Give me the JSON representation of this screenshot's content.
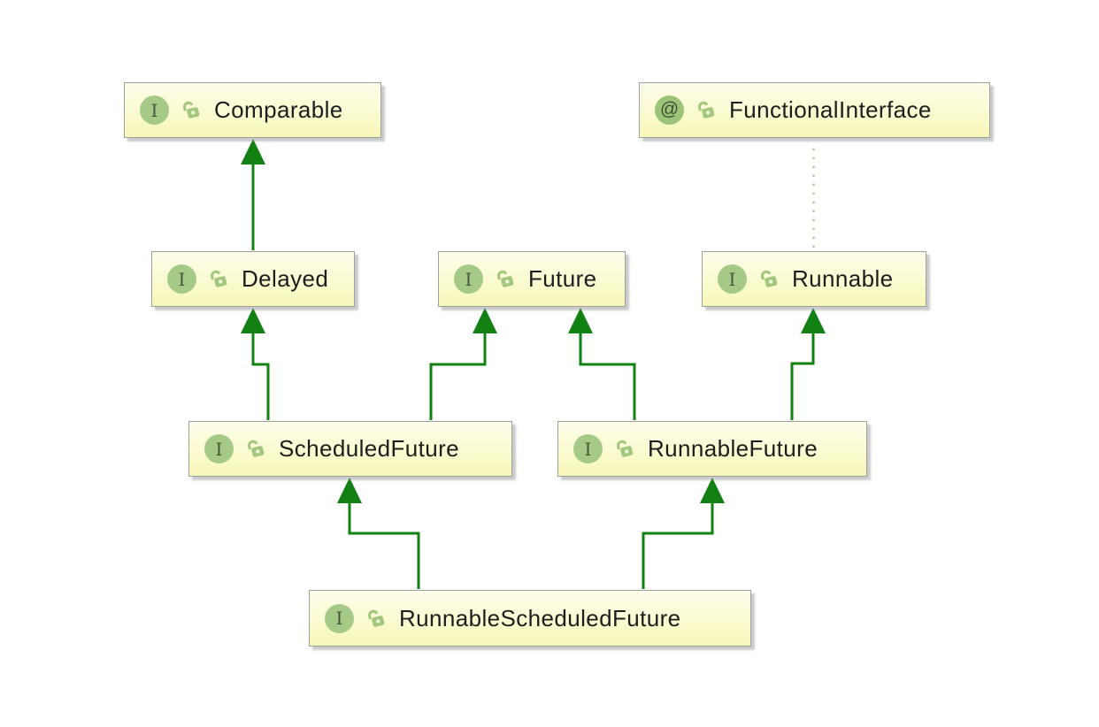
{
  "diagram": {
    "kind": "uml-interface-hierarchy",
    "glyphs": {
      "interface": "I",
      "annotation": "@"
    },
    "nodes": {
      "comparable": {
        "label": "Comparable",
        "kind": "interface"
      },
      "functional_interface": {
        "label": "FunctionalInterface",
        "kind": "annotation"
      },
      "delayed": {
        "label": "Delayed",
        "kind": "interface"
      },
      "future": {
        "label": "Future",
        "kind": "interface"
      },
      "runnable": {
        "label": "Runnable",
        "kind": "interface"
      },
      "scheduled_future": {
        "label": "ScheduledFuture",
        "kind": "interface"
      },
      "runnable_future": {
        "label": "RunnableFuture",
        "kind": "interface"
      },
      "runnable_scheduled_future": {
        "label": "RunnableScheduledFuture",
        "kind": "interface"
      }
    },
    "edges": [
      {
        "from": "Delayed",
        "to": "Comparable",
        "relation": "extends",
        "line": "solid",
        "arrow": "filled-triangle"
      },
      {
        "from": "ScheduledFuture",
        "to": "Delayed",
        "relation": "extends",
        "line": "solid",
        "arrow": "filled-triangle"
      },
      {
        "from": "ScheduledFuture",
        "to": "Future",
        "relation": "extends",
        "line": "solid",
        "arrow": "filled-triangle"
      },
      {
        "from": "RunnableFuture",
        "to": "Future",
        "relation": "extends",
        "line": "solid",
        "arrow": "filled-triangle"
      },
      {
        "from": "RunnableFuture",
        "to": "Runnable",
        "relation": "extends",
        "line": "solid",
        "arrow": "filled-triangle"
      },
      {
        "from": "RunnableScheduledFuture",
        "to": "ScheduledFuture",
        "relation": "extends",
        "line": "solid",
        "arrow": "filled-triangle"
      },
      {
        "from": "RunnableScheduledFuture",
        "to": "RunnableFuture",
        "relation": "extends",
        "line": "solid",
        "arrow": "filled-triangle"
      },
      {
        "from": "Runnable",
        "to": "FunctionalInterface",
        "relation": "annotated-with",
        "line": "dotted",
        "arrow": "none"
      }
    ],
    "colors": {
      "edge_green": "#128012",
      "annotation_edge_dotted": "#c2c285",
      "node_fill_top": "#fdfdea",
      "node_fill_bottom": "#f7f7b8",
      "node_border": "#9f9f9f",
      "icon_circle_green": "#a5c987",
      "lock_green": "#a3c77c",
      "label_text": "#1d1d1d"
    }
  }
}
